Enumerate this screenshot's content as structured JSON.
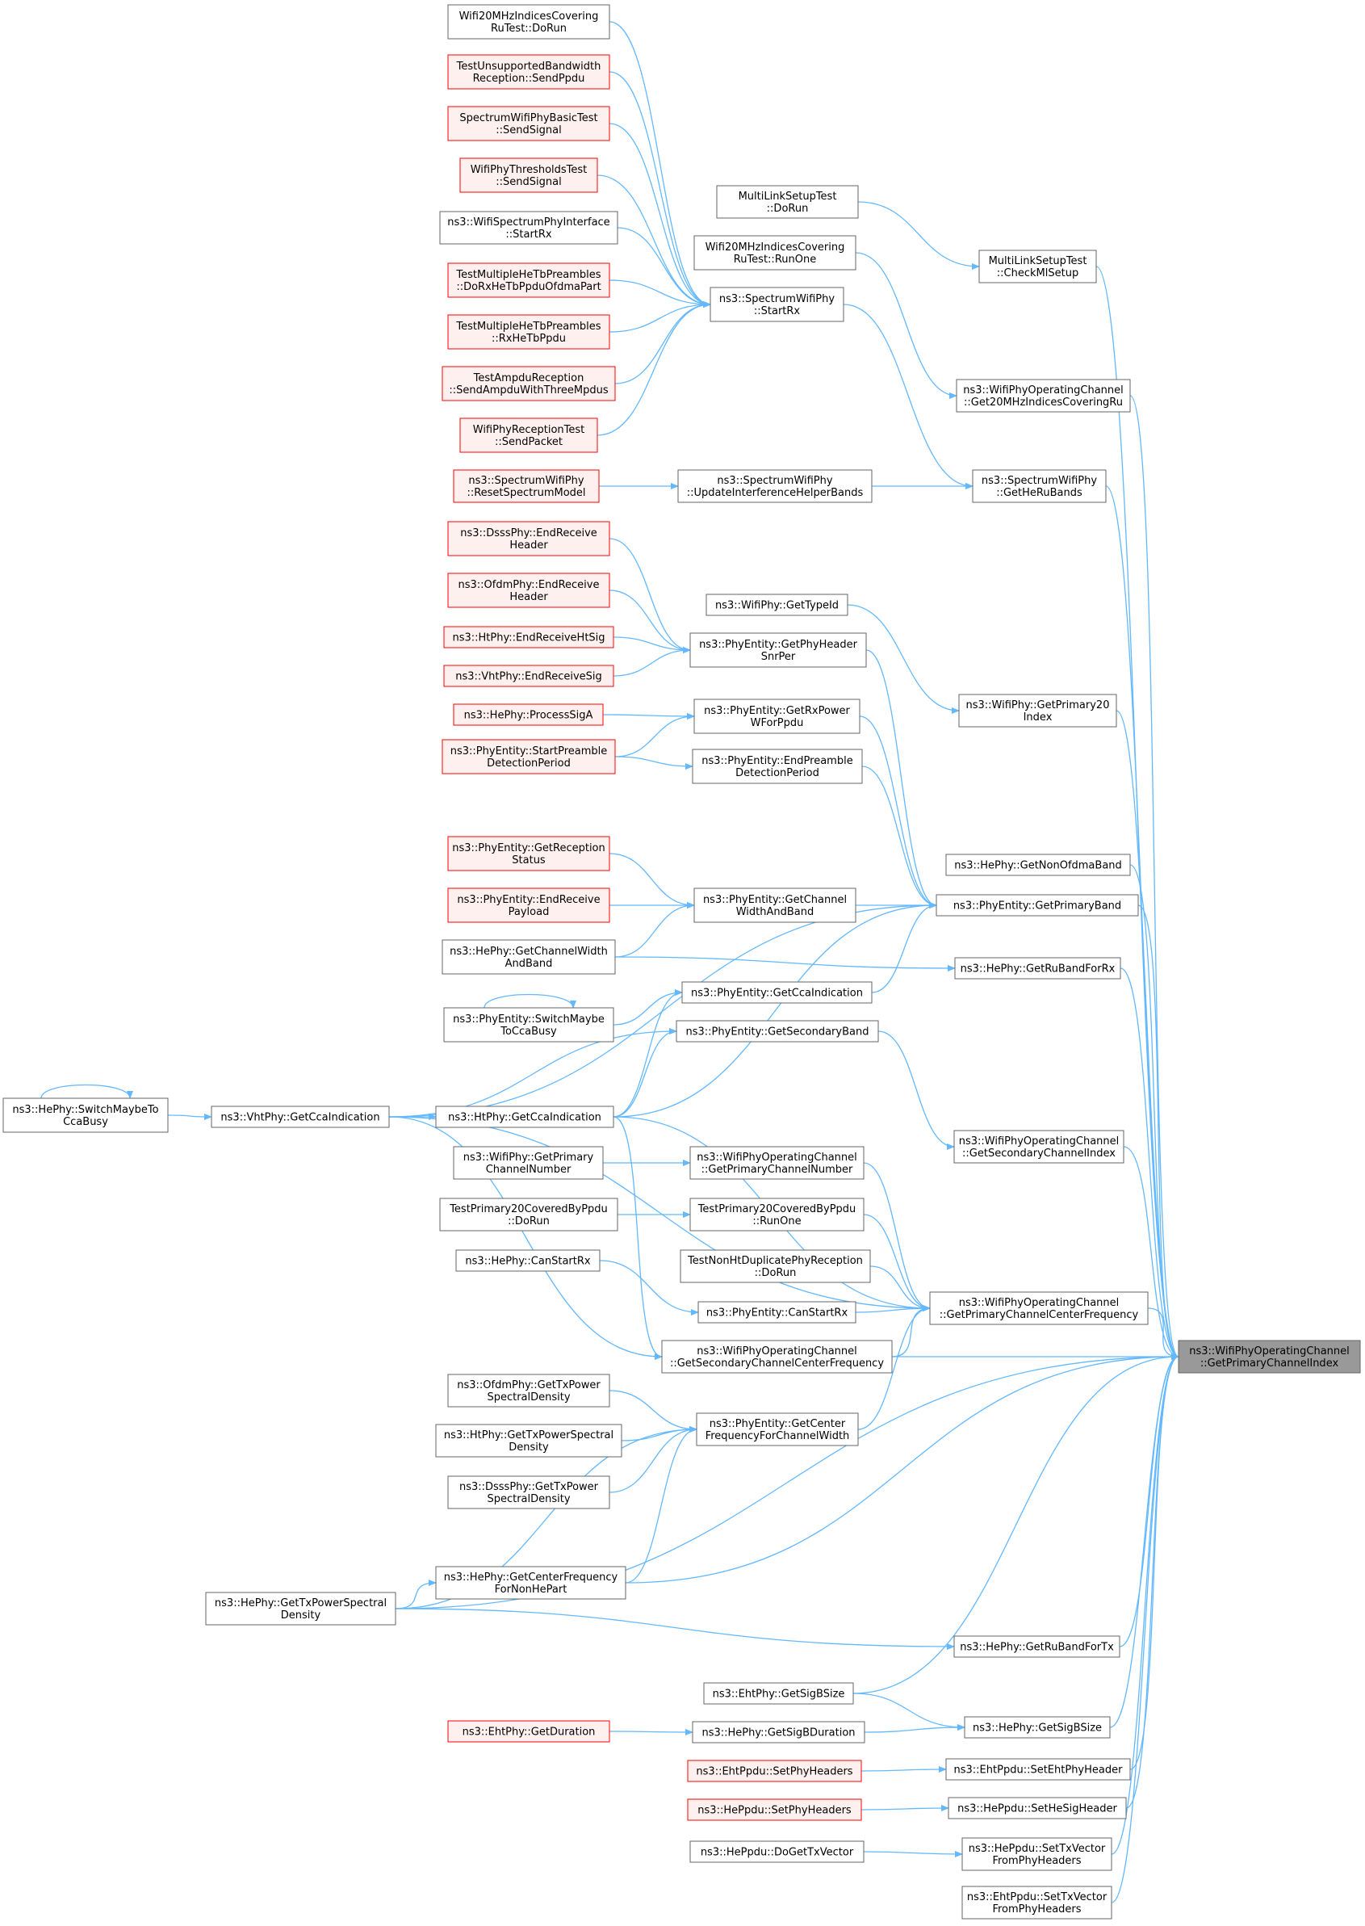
{
  "nodes": [
    {
      "id": "root",
      "lines": [
        "ns3::WifiPhyOperatingChannel",
        "::GetPrimaryChannelIndex"
      ],
      "style": "root"
    },
    {
      "id": "wifi20DoRun",
      "lines": [
        "Wifi20MHzIndicesCovering",
        "RuTest::DoRun"
      ],
      "style": "normal"
    },
    {
      "id": "unsupBw",
      "lines": [
        "TestUnsupportedBandwidth",
        "Reception::SendPpdu"
      ],
      "style": "trunc"
    },
    {
      "id": "specBasic",
      "lines": [
        "SpectrumWifiPhyBasicTest",
        "::SendSignal"
      ],
      "style": "trunc"
    },
    {
      "id": "thresh",
      "lines": [
        "WifiPhyThresholdsTest",
        "::SendSignal"
      ],
      "style": "trunc"
    },
    {
      "id": "specIface",
      "lines": [
        "ns3::WifiSpectrumPhyInterface",
        "::StartRx"
      ],
      "style": "normal"
    },
    {
      "id": "multiDoRx",
      "lines": [
        "TestMultipleHeTbPreambles",
        "::DoRxHeTbPpduOfdmaPart"
      ],
      "style": "trunc"
    },
    {
      "id": "multiRx",
      "lines": [
        "TestMultipleHeTbPreambles",
        "::RxHeTbPpdu"
      ],
      "style": "trunc"
    },
    {
      "id": "ampdu",
      "lines": [
        "TestAmpduReception",
        "::SendAmpduWithThreeMpdus"
      ],
      "style": "trunc"
    },
    {
      "id": "recvTest",
      "lines": [
        "WifiPhyReceptionTest",
        "::SendPacket"
      ],
      "style": "trunc"
    },
    {
      "id": "resetSpec",
      "lines": [
        "ns3::SpectrumWifiPhy",
        "::ResetSpectrumModel"
      ],
      "style": "trunc"
    },
    {
      "id": "dsssEnd",
      "lines": [
        "ns3::DsssPhy::EndReceive",
        "Header"
      ],
      "style": "trunc"
    },
    {
      "id": "ofdmEnd",
      "lines": [
        "ns3::OfdmPhy::EndReceive",
        "Header"
      ],
      "style": "trunc"
    },
    {
      "id": "htEndSig",
      "lines": [
        "ns3::HtPhy::EndReceiveHtSig"
      ],
      "style": "trunc"
    },
    {
      "id": "vhtEndSig",
      "lines": [
        "ns3::VhtPhy::EndReceiveSig"
      ],
      "style": "trunc"
    },
    {
      "id": "heProcA",
      "lines": [
        "ns3::HePhy::ProcessSigA"
      ],
      "style": "trunc"
    },
    {
      "id": "startPre",
      "lines": [
        "ns3::PhyEntity::StartPreamble",
        "DetectionPeriod"
      ],
      "style": "trunc"
    },
    {
      "id": "getRecStat",
      "lines": [
        "ns3::PhyEntity::GetReception",
        "Status"
      ],
      "style": "trunc"
    },
    {
      "id": "endRecPay",
      "lines": [
        "ns3::PhyEntity::EndReceive",
        "Payload"
      ],
      "style": "trunc"
    },
    {
      "id": "heGetCwb",
      "lines": [
        "ns3::HePhy::GetChannelWidth",
        "AndBand"
      ],
      "style": "normal"
    },
    {
      "id": "switchBusy",
      "lines": [
        "ns3::PhyEntity::SwitchMaybe",
        "ToCcaBusy"
      ],
      "style": "normal"
    },
    {
      "id": "heSwitch",
      "lines": [
        "ns3::HePhy::SwitchMaybeTo",
        "CcaBusy"
      ],
      "style": "normal"
    },
    {
      "id": "vhtCca",
      "lines": [
        "ns3::VhtPhy::GetCcaIndication"
      ],
      "style": "normal"
    },
    {
      "id": "htCca",
      "lines": [
        "ns3::HtPhy::GetCcaIndication"
      ],
      "style": "normal"
    },
    {
      "id": "wpGetPcn",
      "lines": [
        "ns3::WifiPhy::GetPrimary",
        "ChannelNumber"
      ],
      "style": "normal"
    },
    {
      "id": "tp20DoRun",
      "lines": [
        "TestPrimary20CoveredByPpdu",
        "::DoRun"
      ],
      "style": "normal"
    },
    {
      "id": "heCanStart",
      "lines": [
        "ns3::HePhy::CanStartRx"
      ],
      "style": "normal"
    },
    {
      "id": "ofdmTxPsd",
      "lines": [
        "ns3::OfdmPhy::GetTxPower",
        "SpectralDensity"
      ],
      "style": "normal"
    },
    {
      "id": "htTxPsd",
      "lines": [
        "ns3::HtPhy::GetTxPowerSpectral",
        "Density"
      ],
      "style": "normal"
    },
    {
      "id": "dsssTxPsd",
      "lines": [
        "ns3::DsssPhy::GetTxPower",
        "SpectralDensity"
      ],
      "style": "normal"
    },
    {
      "id": "heTxPsd",
      "lines": [
        "ns3::HePhy::GetTxPowerSpectral",
        "Density"
      ],
      "style": "normal"
    },
    {
      "id": "ehtGetDur",
      "lines": [
        "ns3::EhtPhy::GetDuration"
      ],
      "style": "trunc"
    },
    {
      "id": "ehtSetPh",
      "lines": [
        "ns3::EhtPpdu::SetPhyHeaders"
      ],
      "style": "trunc"
    },
    {
      "id": "heSetPh",
      "lines": [
        "ns3::HePpdu::SetPhyHeaders"
      ],
      "style": "trunc"
    },
    {
      "id": "heDoGet",
      "lines": [
        "ns3::HePpdu::DoGetTxVector"
      ],
      "style": "normal"
    },
    {
      "id": "mlsDoRun",
      "lines": [
        "MultiLinkSetupTest",
        "::DoRun"
      ],
      "style": "normal"
    },
    {
      "id": "wifi20RunOne",
      "lines": [
        "Wifi20MHzIndicesCovering",
        "RuTest::RunOne"
      ],
      "style": "normal"
    },
    {
      "id": "specStartRx",
      "lines": [
        "ns3::SpectrumWifiPhy",
        "::StartRx"
      ],
      "style": "normal"
    },
    {
      "id": "updIntf",
      "lines": [
        "ns3::SpectrumWifiPhy",
        "::UpdateInterferenceHelperBands"
      ],
      "style": "normal"
    },
    {
      "id": "wpTypeId",
      "lines": [
        "ns3::WifiPhy::GetTypeId"
      ],
      "style": "normal"
    },
    {
      "id": "getPhySnr",
      "lines": [
        "ns3::PhyEntity::GetPhyHeader",
        "SnrPer"
      ],
      "style": "normal"
    },
    {
      "id": "getRxPw",
      "lines": [
        "ns3::PhyEntity::GetRxPower",
        "WForPpdu"
      ],
      "style": "normal"
    },
    {
      "id": "endPre",
      "lines": [
        "ns3::PhyEntity::EndPreamble",
        "DetectionPeriod"
      ],
      "style": "normal"
    },
    {
      "id": "peGetCwb",
      "lines": [
        "ns3::PhyEntity::GetChannel",
        "WidthAndBand"
      ],
      "style": "normal"
    },
    {
      "id": "peCca",
      "lines": [
        "ns3::PhyEntity::GetCcaIndication"
      ],
      "style": "normal"
    },
    {
      "id": "peSecBand",
      "lines": [
        "ns3::PhyEntity::GetSecondaryBand"
      ],
      "style": "normal"
    },
    {
      "id": "ocGetPcn",
      "lines": [
        "ns3::WifiPhyOperatingChannel",
        "::GetPrimaryChannelNumber"
      ],
      "style": "normal"
    },
    {
      "id": "tp20RunOne",
      "lines": [
        "TestPrimary20CoveredByPpdu",
        "::RunOne"
      ],
      "style": "normal"
    },
    {
      "id": "nonHtDup",
      "lines": [
        "TestNonHtDuplicatePhyReception",
        "::DoRun"
      ],
      "style": "normal"
    },
    {
      "id": "peCanStart",
      "lines": [
        "ns3::PhyEntity::CanStartRx"
      ],
      "style": "normal"
    },
    {
      "id": "ocSecCf",
      "lines": [
        "ns3::WifiPhyOperatingChannel",
        "::GetSecondaryChannelCenterFrequency"
      ],
      "style": "normal"
    },
    {
      "id": "peCenterCw",
      "lines": [
        "ns3::PhyEntity::GetCenter",
        "FrequencyForChannelWidth"
      ],
      "style": "normal"
    },
    {
      "id": "heCfNonHe",
      "lines": [
        "ns3::HePhy::GetCenterFrequency",
        "ForNonHePart"
      ],
      "style": "normal"
    },
    {
      "id": "ehtSigB",
      "lines": [
        "ns3::EhtPhy::GetSigBSize"
      ],
      "style": "normal"
    },
    {
      "id": "heSigBDur",
      "lines": [
        "ns3::HePhy::GetSigBDuration"
      ],
      "style": "normal"
    },
    {
      "id": "mlsCheck",
      "lines": [
        "MultiLinkSetupTest",
        "::CheckMlSetup"
      ],
      "style": "normal"
    },
    {
      "id": "ocGet20",
      "lines": [
        "ns3::WifiPhyOperatingChannel",
        "::Get20MHzIndicesCoveringRu"
      ],
      "style": "normal"
    },
    {
      "id": "specHeRu",
      "lines": [
        "ns3::SpectrumWifiPhy",
        "::GetHeRuBands"
      ],
      "style": "normal"
    },
    {
      "id": "wpPrim20",
      "lines": [
        "ns3::WifiPhy::GetPrimary20",
        "Index"
      ],
      "style": "normal"
    },
    {
      "id": "heNonOfdma",
      "lines": [
        "ns3::HePhy::GetNonOfdmaBand"
      ],
      "style": "normal"
    },
    {
      "id": "pePrimBand",
      "lines": [
        "ns3::PhyEntity::GetPrimaryBand"
      ],
      "style": "normal"
    },
    {
      "id": "heRuRx",
      "lines": [
        "ns3::HePhy::GetRuBandForRx"
      ],
      "style": "normal"
    },
    {
      "id": "ocSecIdx",
      "lines": [
        "ns3::WifiPhyOperatingChannel",
        "::GetSecondaryChannelIndex"
      ],
      "style": "normal"
    },
    {
      "id": "ocPrimCf",
      "lines": [
        "ns3::WifiPhyOperatingChannel",
        "::GetPrimaryChannelCenterFrequency"
      ],
      "style": "normal"
    },
    {
      "id": "heRuTx",
      "lines": [
        "ns3::HePhy::GetRuBandForTx"
      ],
      "style": "normal"
    },
    {
      "id": "heSigB",
      "lines": [
        "ns3::HePhy::GetSigBSize"
      ],
      "style": "normal"
    },
    {
      "id": "ehtSetEht",
      "lines": [
        "ns3::EhtPpdu::SetEhtPhyHeader"
      ],
      "style": "normal"
    },
    {
      "id": "heSetHeSig",
      "lines": [
        "ns3::HePpdu::SetHeSigHeader"
      ],
      "style": "normal"
    },
    {
      "id": "heSetTxv",
      "lines": [
        "ns3::HePpdu::SetTxVector",
        "FromPhyHeaders"
      ],
      "style": "normal"
    },
    {
      "id": "ehtSetTxv",
      "lines": [
        "ns3::EhtPpdu::SetTxVector",
        "FromPhyHeaders"
      ],
      "style": "normal"
    }
  ],
  "edges": [
    [
      "wifi20DoRun",
      "specStartRx"
    ],
    [
      "unsupBw",
      "specStartRx"
    ],
    [
      "specBasic",
      "specStartRx"
    ],
    [
      "thresh",
      "specStartRx"
    ],
    [
      "specIface",
      "specStartRx"
    ],
    [
      "multiDoRx",
      "specStartRx"
    ],
    [
      "multiRx",
      "specStartRx"
    ],
    [
      "ampdu",
      "specStartRx"
    ],
    [
      "recvTest",
      "specStartRx"
    ],
    [
      "resetSpec",
      "updIntf"
    ],
    [
      "mlsDoRun",
      "mlsCheck"
    ],
    [
      "wifi20RunOne",
      "ocGet20"
    ],
    [
      "specStartRx",
      "specHeRu"
    ],
    [
      "updIntf",
      "specHeRu"
    ],
    [
      "dsssEnd",
      "getPhySnr"
    ],
    [
      "ofdmEnd",
      "getPhySnr"
    ],
    [
      "htEndSig",
      "getPhySnr"
    ],
    [
      "vhtEndSig",
      "getPhySnr"
    ],
    [
      "heProcA",
      "getRxPw"
    ],
    [
      "startPre",
      "getRxPw"
    ],
    [
      "startPre",
      "endPre"
    ],
    [
      "wpTypeId",
      "wpPrim20"
    ],
    [
      "getPhySnr",
      "pePrimBand"
    ],
    [
      "getRxPw",
      "pePrimBand"
    ],
    [
      "endPre",
      "pePrimBand"
    ],
    [
      "getRecStat",
      "peGetCwb"
    ],
    [
      "endRecPay",
      "peGetCwb"
    ],
    [
      "heGetCwb",
      "peGetCwb"
    ],
    [
      "peGetCwb",
      "pePrimBand"
    ],
    [
      "vhtCca",
      "pePrimBand"
    ],
    [
      "heGetCwb",
      "heRuRx"
    ],
    [
      "peCca",
      "pePrimBand"
    ],
    [
      "switchBusy",
      "peCca"
    ],
    [
      "switchBusy",
      "switchBusy"
    ],
    [
      "heSwitch",
      "heSwitch"
    ],
    [
      "heSwitch",
      "vhtCca"
    ],
    [
      "vhtCca",
      "htCca"
    ],
    [
      "vhtCca",
      "peSecBand"
    ],
    [
      "htCca",
      "peCca"
    ],
    [
      "htCca",
      "peSecBand"
    ],
    [
      "htCca",
      "pePrimBand"
    ],
    [
      "peSecBand",
      "ocSecIdx"
    ],
    [
      "wpGetPcn",
      "ocGetPcn"
    ],
    [
      "tp20DoRun",
      "tp20RunOne"
    ],
    [
      "heCanStart",
      "peCanStart"
    ],
    [
      "htCca",
      "ocPrimCf"
    ],
    [
      "ocGetPcn",
      "ocPrimCf"
    ],
    [
      "tp20RunOne",
      "ocPrimCf"
    ],
    [
      "nonHtDup",
      "ocPrimCf"
    ],
    [
      "peCanStart",
      "ocPrimCf"
    ],
    [
      "ocSecCf",
      "ocPrimCf"
    ],
    [
      "vhtCca",
      "ocSecCf"
    ],
    [
      "htCca",
      "ocSecCf"
    ],
    [
      "vhtCca",
      "ocPrimCf"
    ],
    [
      "ocSecCf",
      "root"
    ],
    [
      "ofdmTxPsd",
      "peCenterCw"
    ],
    [
      "htTxPsd",
      "peCenterCw"
    ],
    [
      "dsssTxPsd",
      "peCenterCw"
    ],
    [
      "heTxPsd",
      "peCenterCw"
    ],
    [
      "heCfNonHe",
      "peCenterCw"
    ],
    [
      "peCenterCw",
      "ocPrimCf"
    ],
    [
      "heCfNonHe",
      "root"
    ],
    [
      "heTxPsd",
      "heCfNonHe"
    ],
    [
      "heTxPsd",
      "root"
    ],
    [
      "heTxPsd",
      "heRuTx"
    ],
    [
      "ehtGetDur",
      "heSigBDur"
    ],
    [
      "ehtSigB",
      "heSigB"
    ],
    [
      "heSigBDur",
      "heSigB"
    ],
    [
      "ehtSetPh",
      "ehtSetEht"
    ],
    [
      "heSetPh",
      "heSetHeSig"
    ],
    [
      "heDoGet",
      "heSetTxv"
    ],
    [
      "mlsCheck",
      "root"
    ],
    [
      "ocGet20",
      "root"
    ],
    [
      "specHeRu",
      "root"
    ],
    [
      "wpPrim20",
      "root"
    ],
    [
      "heNonOfdma",
      "root"
    ],
    [
      "pePrimBand",
      "root"
    ],
    [
      "heRuRx",
      "root"
    ],
    [
      "ocSecIdx",
      "root"
    ],
    [
      "ocPrimCf",
      "root"
    ],
    [
      "heRuTx",
      "root"
    ],
    [
      "ehtSigB",
      "root"
    ],
    [
      "heSigB",
      "root"
    ],
    [
      "ehtSetEht",
      "root"
    ],
    [
      "heSetHeSig",
      "root"
    ],
    [
      "heSetTxv",
      "root"
    ],
    [
      "ehtSetTxv",
      "root"
    ]
  ]
}
